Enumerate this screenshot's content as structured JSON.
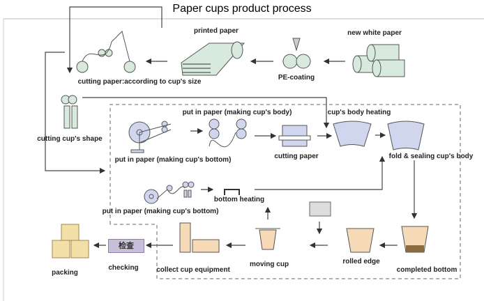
{
  "title": "Paper cups product  process",
  "labels": {
    "printed_paper": "printed paper",
    "new_white_paper": "new white paper",
    "pe_coating": "PE-coating",
    "cutting_paper_size": "cutting paper:according to cup's size",
    "cutting_cup_shape": "cutting cup's shape",
    "put_in_body": "put in paper (making cup's body)",
    "body_heating": "cup's body heating",
    "put_in_bottom_1": "put in paper (making cup's bottom)",
    "cutting_paper": "cutting paper",
    "fold_sealing": "fold & sealing cup's body",
    "bottom_heating": "bottom heating",
    "put_in_bottom_2": "put in paper (making cup's bottom)",
    "checking": "checking",
    "checking_box": "检查",
    "collect": "collect cup equipment",
    "moving_cup": "moving cup",
    "rolled_edge": "rolled edge",
    "completed_bottom": "completed bottom",
    "packing": "packing"
  },
  "colors": {
    "machine_fill": "#cfd6ee",
    "roller_fill": "#d7eadd",
    "cup_fill": "#f6d9b6",
    "box_fill": "#f3e0a8",
    "line": "#444444"
  }
}
